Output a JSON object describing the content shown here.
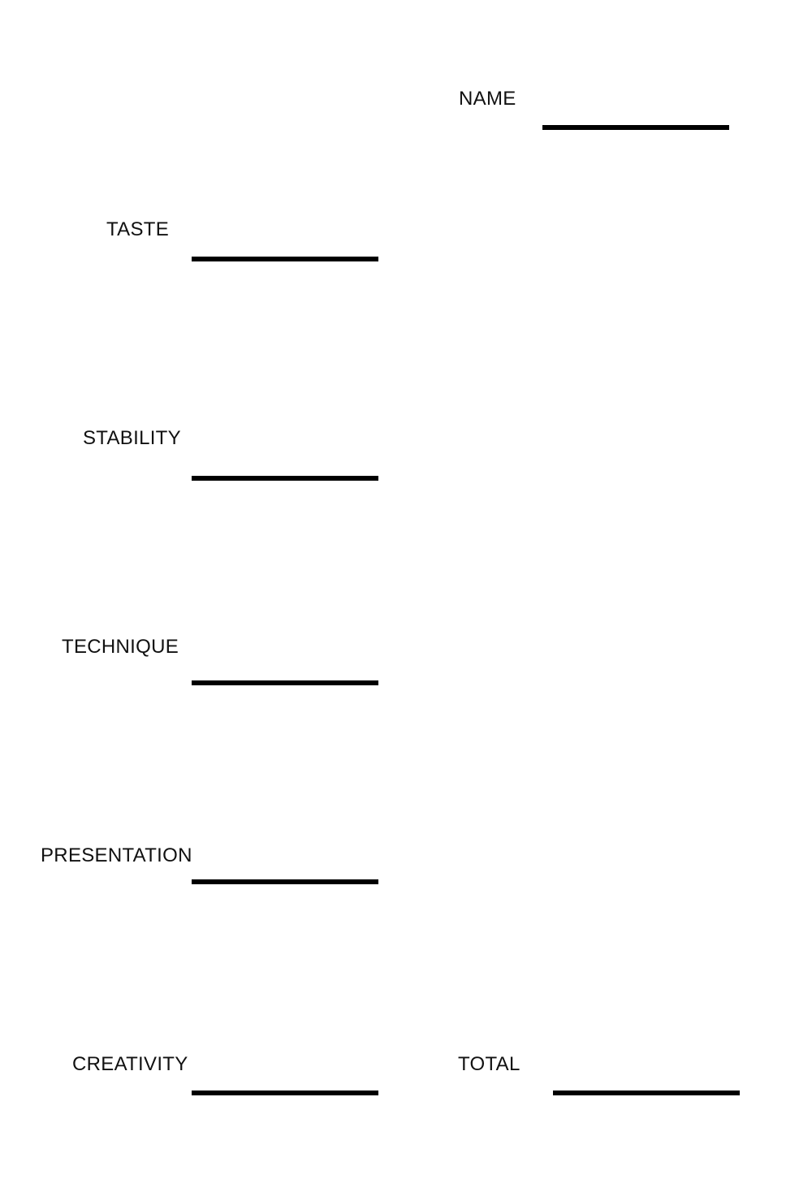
{
  "form": {
    "name_label": "NAME",
    "fields": {
      "taste": "TASTE",
      "stability": "STABILITY",
      "technique": "TECHNIQUE",
      "presentation": "PRESENTATION",
      "creativity": "CREATIVITY"
    },
    "total_label": "TOTAL"
  }
}
